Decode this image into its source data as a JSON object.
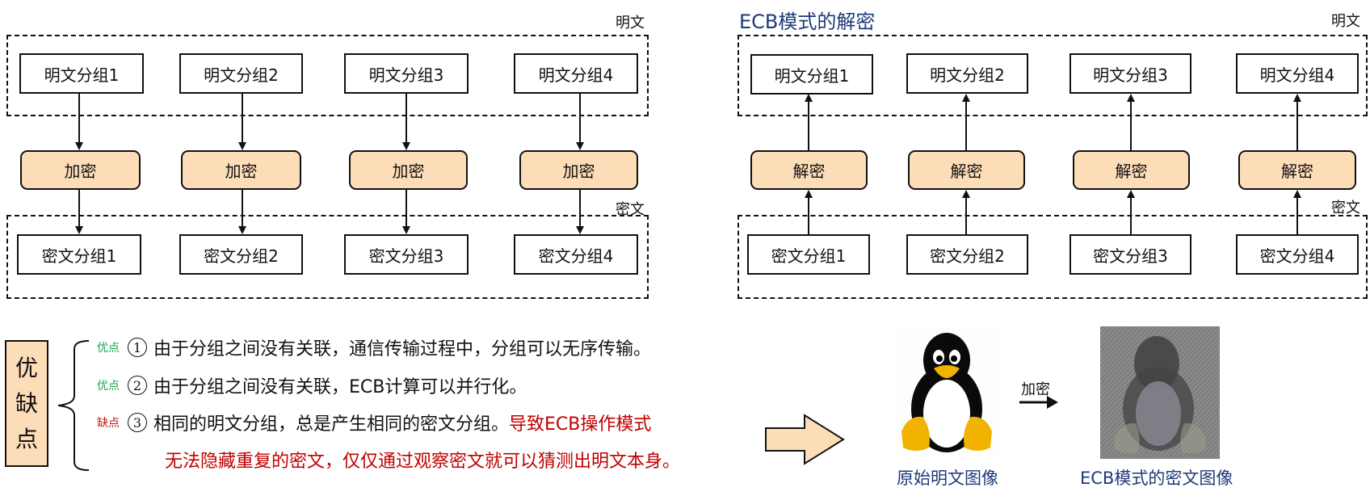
{
  "encrypt_section": {
    "plaintext_label": "明文",
    "ciphertext_label": "密文",
    "plain_blocks": [
      "明文分组1",
      "明文分组2",
      "明文分组3",
      "明文分组4"
    ],
    "ops": [
      "加密",
      "加密",
      "加密",
      "加密"
    ],
    "cipher_blocks": [
      "密文分组1",
      "密文分组2",
      "密文分组3",
      "密文分组4"
    ]
  },
  "decrypt_section": {
    "title": "ECB模式的解密",
    "plaintext_label": "明文",
    "ciphertext_label": "密文",
    "plain_blocks": [
      "明文分组1",
      "明文分组2",
      "明文分组3",
      "明文分组4"
    ],
    "ops": [
      "解密",
      "解密",
      "解密",
      "解密"
    ],
    "cipher_blocks": [
      "密文分组1",
      "密文分组2",
      "密文分组3",
      "密文分组4"
    ]
  },
  "pros_cons": {
    "label": "优缺点",
    "label_chars": [
      "优",
      "缺",
      "点"
    ],
    "items": [
      {
        "tag": "优点",
        "type": "pro",
        "num": "1",
        "text": "由于分组之间没有关联，通信传输过程中，分组可以无序传输。",
        "highlight": ""
      },
      {
        "tag": "优点",
        "type": "pro",
        "num": "2",
        "text": "由于分组之间没有关联，ECB计算可以并行化。",
        "highlight": ""
      },
      {
        "tag": "缺点",
        "type": "con",
        "num": "3",
        "text": "相同的明文分组，总是产生相同的密文分组。",
        "highlight": "导致ECB操作模式"
      }
    ],
    "continuation": "无法隐藏重复的密文，仅仅通过观察密文就可以猜测出明文本身。"
  },
  "images": {
    "arrow_label": "加密",
    "original_caption": "原始明文图像",
    "encrypted_caption": "ECB模式的密文图像"
  },
  "colors": {
    "op_fill": "#fddcb8",
    "title_blue": "#1f3a78",
    "pro_green": "#1aa650",
    "con_red": "#cc1111",
    "highlight_red": "#c00000"
  }
}
